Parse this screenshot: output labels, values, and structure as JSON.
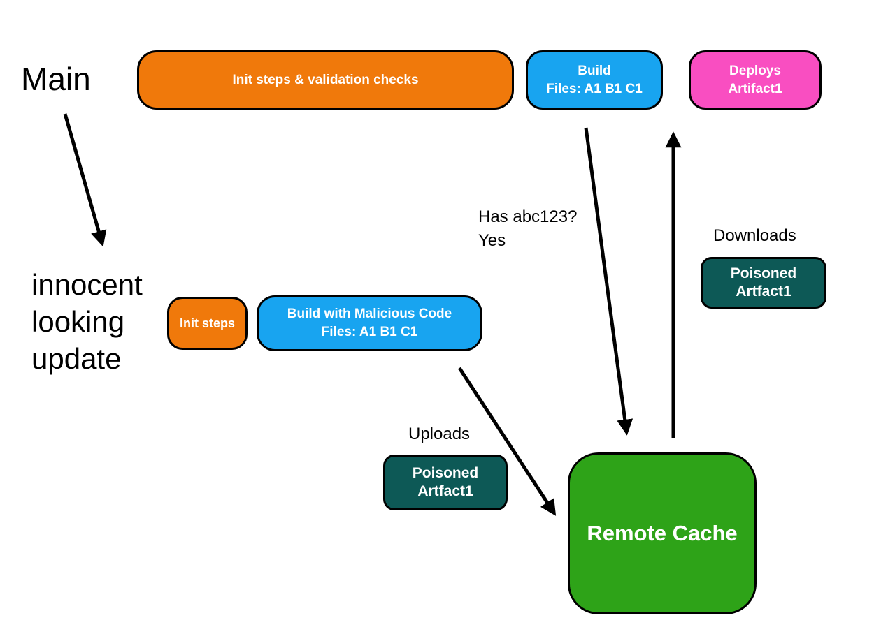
{
  "colors": {
    "orange": "#F0790B",
    "blue": "#18A4F0",
    "pink": "#F94EC1",
    "teal": "#0D5956",
    "green": "#2EA318",
    "arrow": "#000000",
    "background": "#FFFFFF"
  },
  "annotations": {
    "main": "Main",
    "innocent_update": "innocent\nlooking\nupdate",
    "has_abc123": "Has abc123?\nYes",
    "downloads": "Downloads",
    "uploads": "Uploads"
  },
  "nodes": {
    "init_validation": "Init steps & validation checks",
    "build_top": "Build\nFiles: A1 B1 C1",
    "deploys": "Deploys\nArtifact1",
    "init_steps": "Init steps",
    "build_malicious": "Build with Malicious Code\nFiles: A1 B1 C1",
    "poisoned_downloads": "Poisoned\nArtfact1",
    "poisoned_uploads": "Poisoned\nArtfact1",
    "remote_cache": "Remote Cache"
  }
}
